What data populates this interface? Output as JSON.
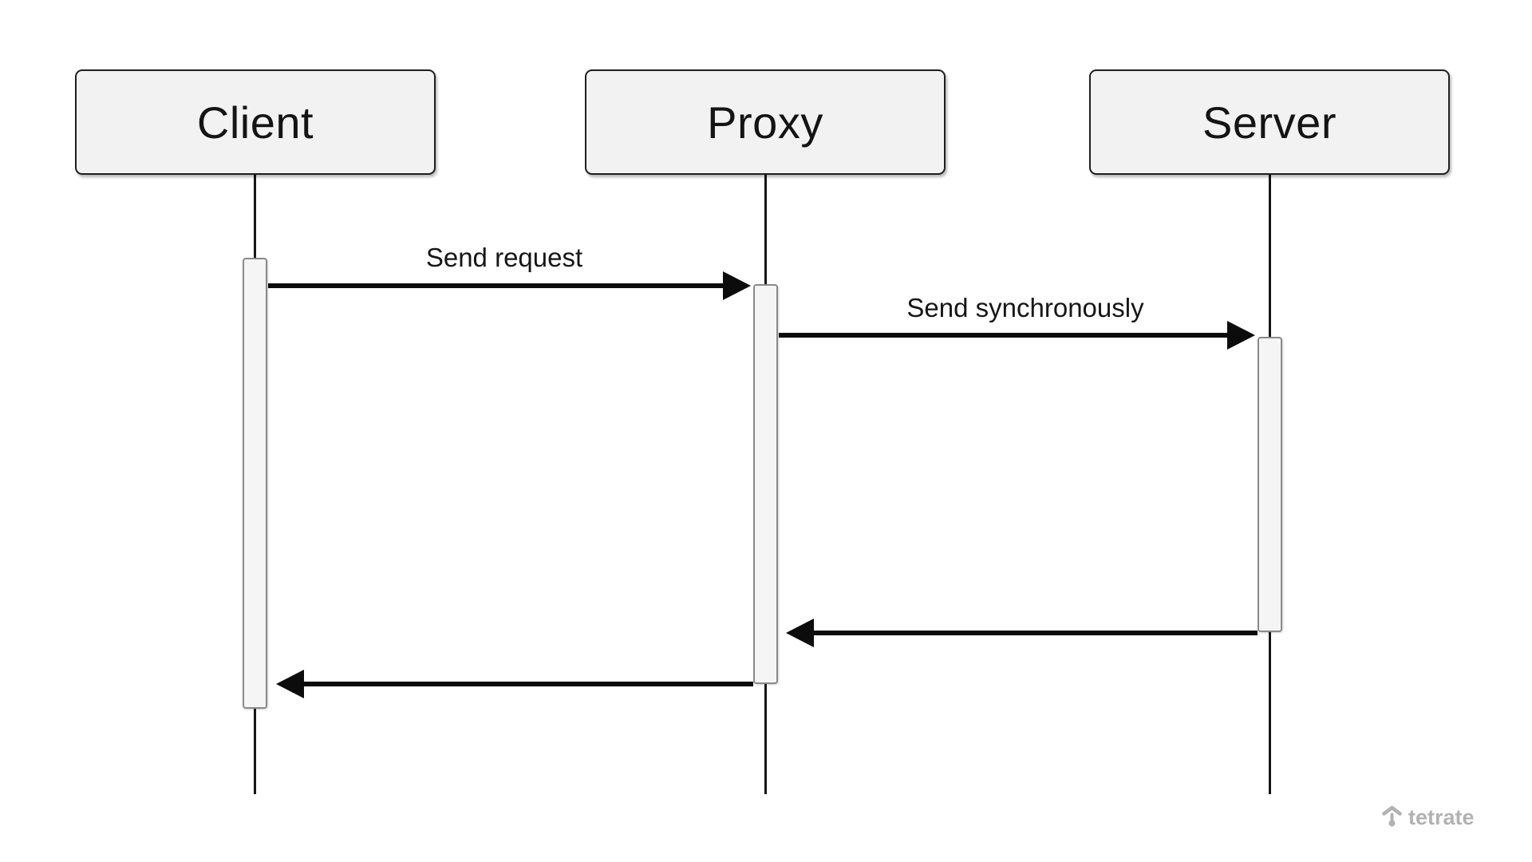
{
  "diagram": {
    "type": "sequence",
    "participants": [
      {
        "id": "client",
        "label": "Client"
      },
      {
        "id": "proxy",
        "label": "Proxy"
      },
      {
        "id": "server",
        "label": "Server"
      }
    ],
    "messages": [
      {
        "from": "Client",
        "to": "Proxy",
        "label": "Send request",
        "line": "solid",
        "direction": "right"
      },
      {
        "from": "Proxy",
        "to": "Server",
        "label": "Send synchronously",
        "line": "solid",
        "direction": "right"
      },
      {
        "from": "Server",
        "to": "Proxy",
        "label": "",
        "line": "solid",
        "direction": "left"
      },
      {
        "from": "Proxy",
        "to": "Client",
        "label": "",
        "line": "solid",
        "direction": "left"
      }
    ],
    "colors": {
      "participant_fill": "#f2f2f2",
      "participant_border": "#1f1f1f",
      "activation_fill": "#f5f5f5",
      "activation_border": "#8a8a8a",
      "arrow": "#0c0c0c",
      "text": "#161616"
    }
  },
  "branding": {
    "logo_text": "tetrate",
    "logo_color": "#b2b2b2",
    "logo_icon": "tetrate-arrow-icon"
  }
}
